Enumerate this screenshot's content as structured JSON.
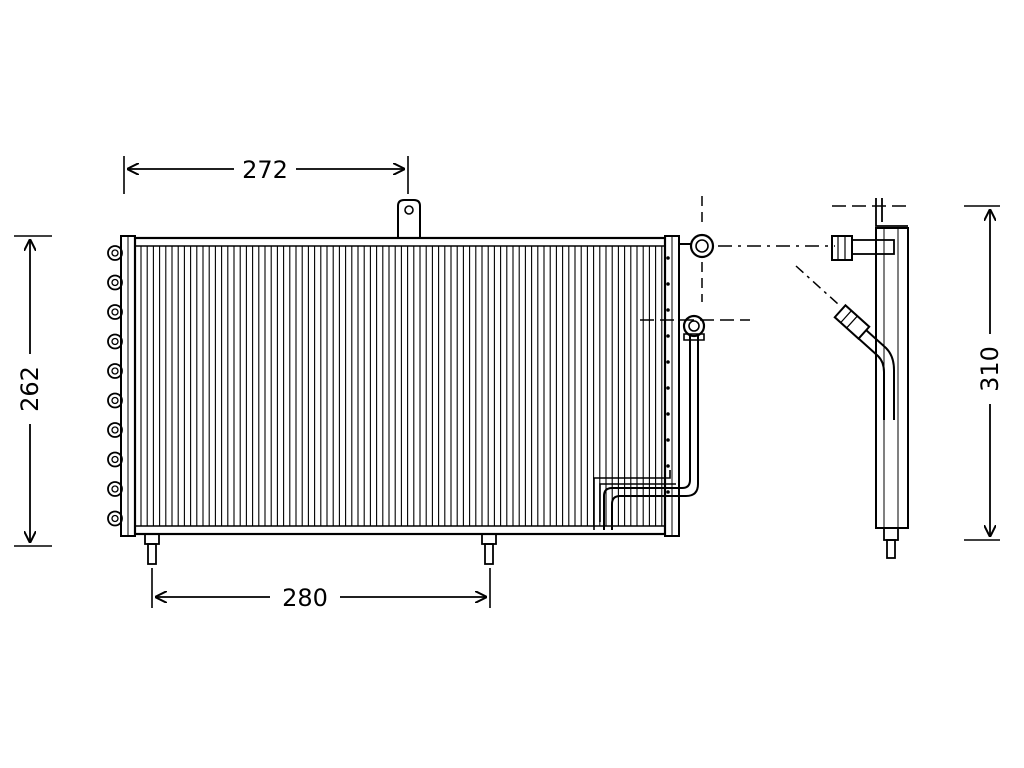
{
  "diagram": {
    "dimensions": {
      "top_width": "272",
      "bottom_width": "280",
      "left_height": "262",
      "side_height": "310"
    },
    "colors": {
      "line": "#000000",
      "background": "#ffffff"
    }
  }
}
